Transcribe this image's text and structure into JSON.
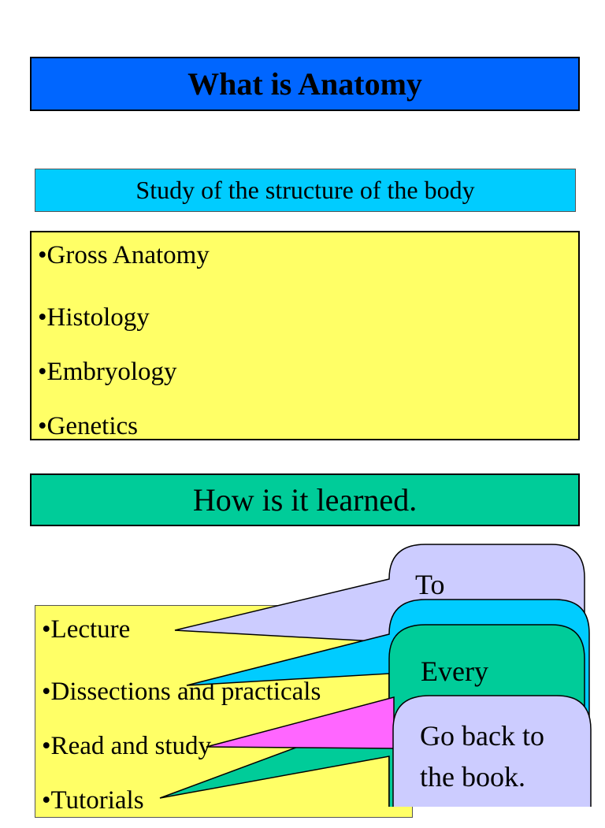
{
  "title": "What is Anatomy",
  "definition": "Study of the structure of the body",
  "branches": [
    "•Gross Anatomy",
    "•Histology",
    "•Embryology",
    "•Genetics"
  ],
  "how_heading": "How is it learned.",
  "methods": [
    "•Lecture",
    "•Dissections and practicals",
    "•Read and study",
    "•Tutorials"
  ],
  "callouts": {
    "first_text": "To",
    "third_text": "Every",
    "fourth_text_line1": "Go back to",
    "fourth_text_line2": "the book."
  },
  "colors": {
    "title_bg": "#0066ff",
    "definition_bg": "#00ccff",
    "list_bg": "#ffff66",
    "heading_bg": "#00cc99",
    "callout_lavender": "#ccccff",
    "callout_cyan": "#00ccff",
    "callout_green": "#00cc99",
    "callout_pink": "#ff66ff"
  }
}
